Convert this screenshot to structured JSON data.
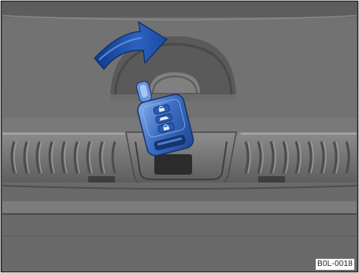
{
  "figure": {
    "code": "B0L-0018"
  },
  "scene": {
    "subject": "vehicle-key-in-tailgate-lock",
    "rotation_arrow_direction": "clockwise",
    "key_buttons": [
      "unlock-icon",
      "trunk-icon",
      "lock-icon"
    ],
    "colors": {
      "panel": "#707070",
      "panel_dark": "#4a4a4a",
      "panel_light": "#9a9a9a",
      "key_body": "#2f5fb0",
      "key_highlight": "#7aa3e0",
      "arrow": "#1d4fa8"
    }
  }
}
